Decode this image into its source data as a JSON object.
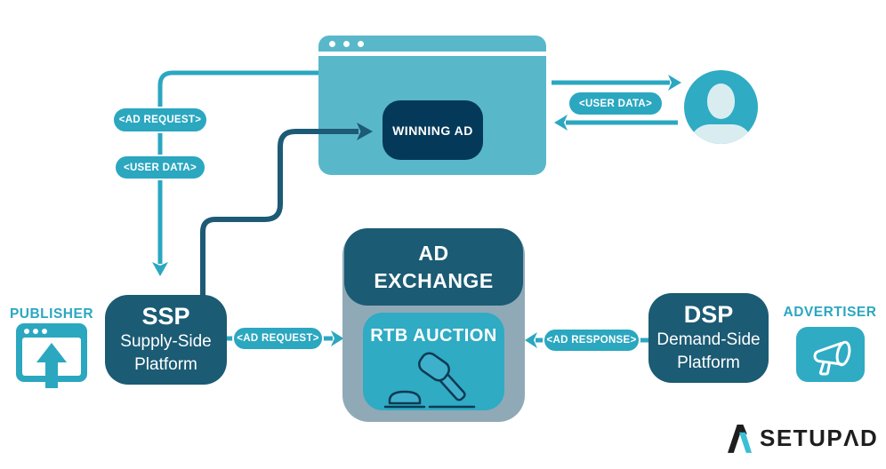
{
  "colors": {
    "teal_line": "#2BA7C0",
    "browser_teal": "#59B7CA",
    "bright_teal": "#2FABC4",
    "navy_box": "#1B5B74",
    "dark_navy": "#04395A",
    "slate_gray": "#90A9B7",
    "dark_arrow": "#1D5A75",
    "avatar_silhouette": "#D9EDF1",
    "logo_black": "#1E1E1E",
    "logo_teal": "#3BBFD4"
  },
  "browser": {
    "winning_ad_label": "WINNING AD"
  },
  "flow_labels": {
    "ad_request_top": "<AD REQUEST>",
    "user_data_top": "<USER DATA>",
    "user_data_right": "<USER DATA>",
    "ad_request_mid": "<AD REQUEST>",
    "ad_response": "<AD RESPONSE>"
  },
  "ssp": {
    "abbr": "SSP",
    "name_line1": "Supply-Side",
    "name_line2": "Platform"
  },
  "dsp": {
    "abbr": "DSP",
    "name_line1": "Demand-Side",
    "name_line2": "Platform"
  },
  "ad_exchange": {
    "title_line1": "AD",
    "title_line2": "EXCHANGE",
    "inner_label": "RTB AUCTION"
  },
  "publisher": {
    "label": "PUBLISHER"
  },
  "advertiser": {
    "label": "ADVERTISER"
  },
  "logo": {
    "text": "SETUPΛD"
  },
  "icons": {
    "publisher": "browser-upload-icon",
    "advertiser": "megaphone-icon",
    "user": "person-avatar-icon",
    "auction": "gavel-icon",
    "browser_controls": "window-dots-icon",
    "brand": "setupad-logo-mark"
  }
}
